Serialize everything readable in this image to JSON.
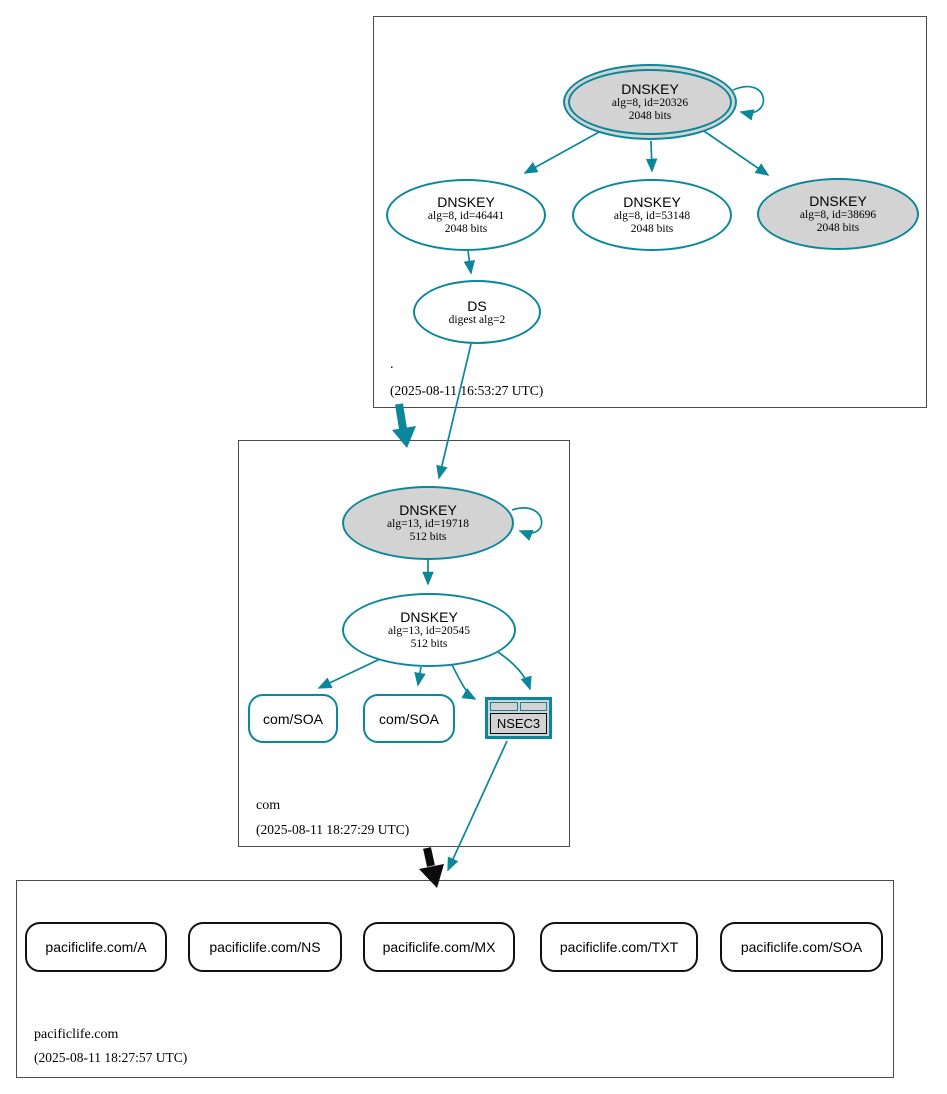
{
  "colors": {
    "secure_teal": "#0a879a",
    "insecure_black": "#0b0b0b",
    "node_fill_gray": "#d3d3d3",
    "node_fill_white": "#ffffff",
    "box_border": "#4c4c4c"
  },
  "zones": [
    {
      "label": ".",
      "timestamp": "(2025-08-11 16:53:27 UTC)",
      "nodes": {
        "ksk": {
          "title": "DNSKEY",
          "line1": "alg=8, id=20326",
          "line2": "2048 bits"
        },
        "zsk1": {
          "title": "DNSKEY",
          "line1": "alg=8, id=46441",
          "line2": "2048 bits"
        },
        "zsk2": {
          "title": "DNSKEY",
          "line1": "alg=8, id=53148",
          "line2": "2048 bits"
        },
        "zsk3": {
          "title": "DNSKEY",
          "line1": "alg=8, id=38696",
          "line2": "2048 bits"
        },
        "ds": {
          "title": "DS",
          "line1": "digest alg=2"
        }
      }
    },
    {
      "label": "com",
      "timestamp": "(2025-08-11 18:27:29 UTC)",
      "nodes": {
        "ksk": {
          "title": "DNSKEY",
          "line1": "alg=13, id=19718",
          "line2": "512 bits"
        },
        "zsk": {
          "title": "DNSKEY",
          "line1": "alg=13, id=20545",
          "line2": "512 bits"
        },
        "soa1": {
          "label": "com/SOA"
        },
        "soa2": {
          "label": "com/SOA"
        },
        "nsec3": {
          "label": "NSEC3"
        }
      }
    },
    {
      "label": "pacificlife.com",
      "timestamp": "(2025-08-11 18:27:57 UTC)",
      "nodes": {
        "a": {
          "label": "pacificlife.com/A"
        },
        "ns": {
          "label": "pacificlife.com/NS"
        },
        "mx": {
          "label": "pacificlife.com/MX"
        },
        "txt": {
          "label": "pacificlife.com/TXT"
        },
        "soa": {
          "label": "pacificlife.com/SOA"
        }
      }
    }
  ]
}
